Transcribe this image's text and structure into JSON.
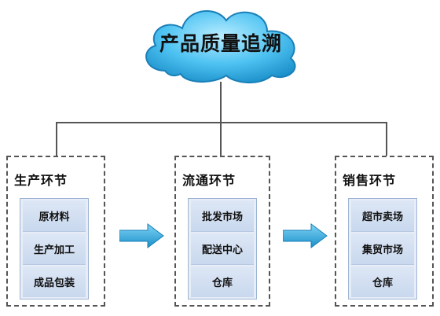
{
  "title": "产品质量追溯",
  "stages": [
    {
      "title": "生产环节",
      "items": [
        "原材料",
        "生产加工",
        "成品包装"
      ]
    },
    {
      "title": "流通环节",
      "items": [
        "批发市场",
        "配送中心",
        "仓库"
      ]
    },
    {
      "title": "销售环节",
      "items": [
        "超市卖场",
        "集贸市场",
        "仓库"
      ]
    }
  ],
  "colors": {
    "cloud_fill": "#4fc3f2",
    "cloud_edge": "#1a8fc9",
    "item_fill": "#d0ddf0",
    "arrow": "#1a9bd6"
  }
}
